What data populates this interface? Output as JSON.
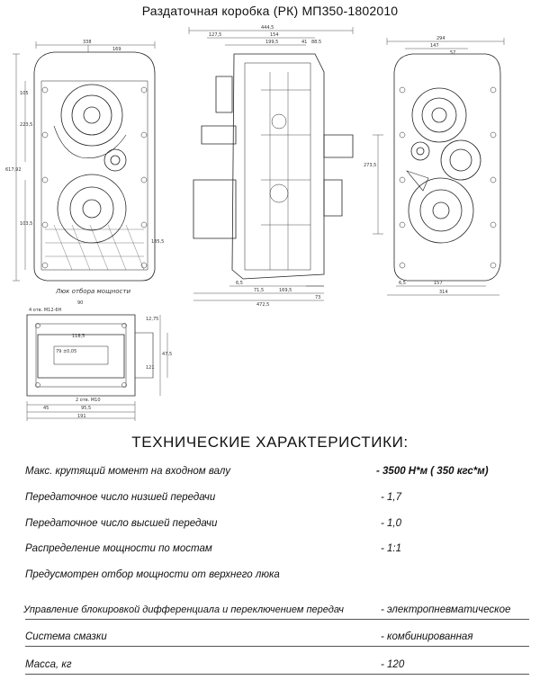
{
  "title": "Раздаточная коробка (РК) МП350-1802010",
  "drawing": {
    "hatch_label": "Люк отбора мощности",
    "dims_top": [
      "338",
      "169",
      "444,5",
      "127,5",
      "154",
      "199,5",
      "41",
      "88,5",
      "294",
      "147",
      "57"
    ],
    "dims_bottom": [
      "6,5",
      "71,5",
      "169,5",
      "73",
      "472,5",
      "6,5",
      "157",
      "314"
    ],
    "dims_side": [
      "617,92",
      "223,5",
      "185,5",
      "273,5",
      "105",
      "103,5"
    ],
    "hatch_dims": [
      "4 отв. М12-6Н",
      "90",
      "12,75",
      "79 ±0,05",
      "47,5",
      "118,5",
      "121",
      "2 отв. М10",
      "95,5",
      "45",
      "191"
    ]
  },
  "spec_title": "ТЕХНИЧЕСКИЕ ХАРАКТЕРИСТИКИ:",
  "specs": [
    {
      "label": "Макс. крутящий момент на входном валу",
      "value": "- 3500 Н*м ( 350 кгс*м)"
    },
    {
      "label": "Передаточное число низшей передачи",
      "value": "- 1,7"
    },
    {
      "label": "Передаточное число высшей передачи",
      "value": "- 1,0"
    },
    {
      "label": "Распределение мощности по мостам",
      "value": "- 1:1"
    },
    {
      "label": "Предусмотрен отбор мощности от верхнего люка",
      "value": ""
    },
    {
      "label": "Управление блокировкой дифференциала и переключением передач",
      "value": "- электропневматическое"
    },
    {
      "label": "Система смазки",
      "value": "- комбинированная"
    },
    {
      "label": "Масса, кг",
      "value": "- 120"
    }
  ]
}
